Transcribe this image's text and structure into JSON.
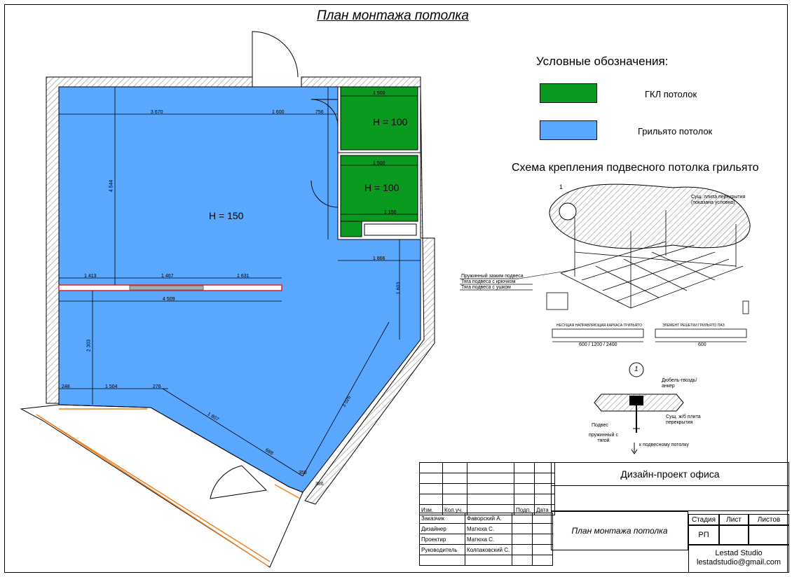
{
  "title": "План   монтажа потолка",
  "legend": {
    "title": "Условные обозначения:",
    "items": [
      {
        "label": "ГКЛ потолок",
        "color": "#0a9a1f"
      },
      {
        "label": "Грильято потолок",
        "color": "#5aa7ff"
      }
    ]
  },
  "heights": {
    "main": "H = 150",
    "room1": "H = 100",
    "room2": "H = 100"
  },
  "dims": {
    "d3670": "3 670",
    "d1600": "1 600",
    "d756": "756",
    "d1500a": "1 500",
    "d1500b": "1 500",
    "d1150": "1 150",
    "d4544": "4 544",
    "d1413": "1 413",
    "d1467": "1 467",
    "d1631": "1 631",
    "d4509": "4 509",
    "d1866": "1 866",
    "d1603": "1 603",
    "d2303": "2 303",
    "d248": "248",
    "d1504": "1 504",
    "d276": "276",
    "d1807": "1 807",
    "d688": "688",
    "d3026": "3 026",
    "d350": "350",
    "d386": "386"
  },
  "scheme": {
    "title": "Схема крепления подвесного потолка грильято",
    "labels": [
      "Пружинный зажим подвеса",
      "Тяга подвеса с крючком",
      "Тяга подвеса с ушком",
      "Сущ. плита перекрытия (показана условно)",
      "НЕСУЩАЯ НАПРАВЛЯЮЩАЯ КАРКАСА ГРИЛЬЯТО",
      "ЭЛЕМЕНТ РЕШЕТКИ ГРИЛЬЯТО ПАЗ",
      "600 / 1200 / 2400",
      "600",
      "Дюбель-гвоздь/ анкер",
      "Сущ. ж/б плита перекрытия",
      "Подвес",
      "пружинный с тягой",
      "к подвесному потолку",
      "1"
    ]
  },
  "titleblock": {
    "project": "Дизайн-проект офиса",
    "sheet": "План   монтажа потолка",
    "headers": [
      "Изм.",
      "Кол.уч.",
      "Подп.",
      "Дата"
    ],
    "rows": [
      {
        "role": "Заказчик",
        "name": "Фаворский А."
      },
      {
        "role": "Дизайнер",
        "name": "Матюха С."
      },
      {
        "role": "Проектир",
        "name": "Матюха С."
      },
      {
        "role": "Руководитель",
        "name": "Колпаковский С."
      }
    ],
    "stage_label": "Стадия",
    "sheet_label": "Лист",
    "sheets_label": "Листов",
    "stage": "РП",
    "studio": "Lestad Studio",
    "email": "lestadstudio@gmail.com"
  }
}
